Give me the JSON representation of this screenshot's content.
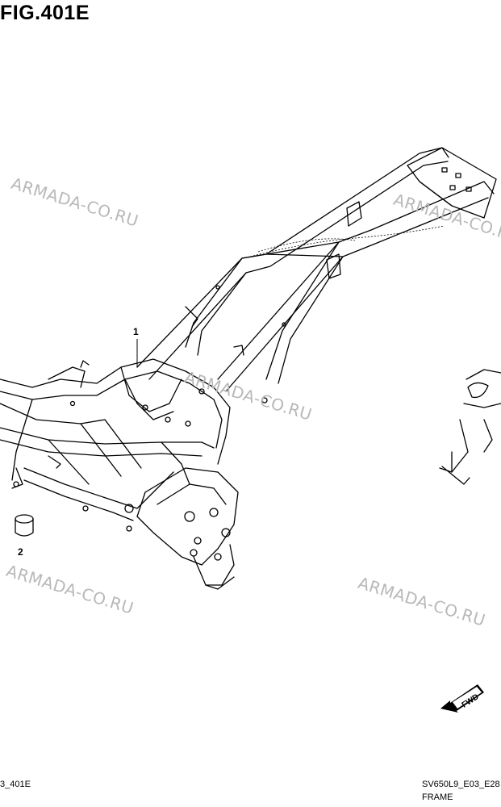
{
  "figure": {
    "title": "FIG.401E"
  },
  "watermarks": [
    "ARMADA-CO.RU",
    "ARMADA-CO.RU",
    "ARMADA-CO.RU",
    "ARMADA-CO.RU",
    "ARMADA-CO.RU"
  ],
  "callouts": [
    {
      "label": "1",
      "part": "frame"
    },
    {
      "label": "2",
      "part": "bushing"
    }
  ],
  "fwd_badge": {
    "label": "FWD"
  },
  "footer": {
    "left_code": "3_401E",
    "right_code": "SV650L9_E03_E28",
    "caption": "FRAME"
  }
}
